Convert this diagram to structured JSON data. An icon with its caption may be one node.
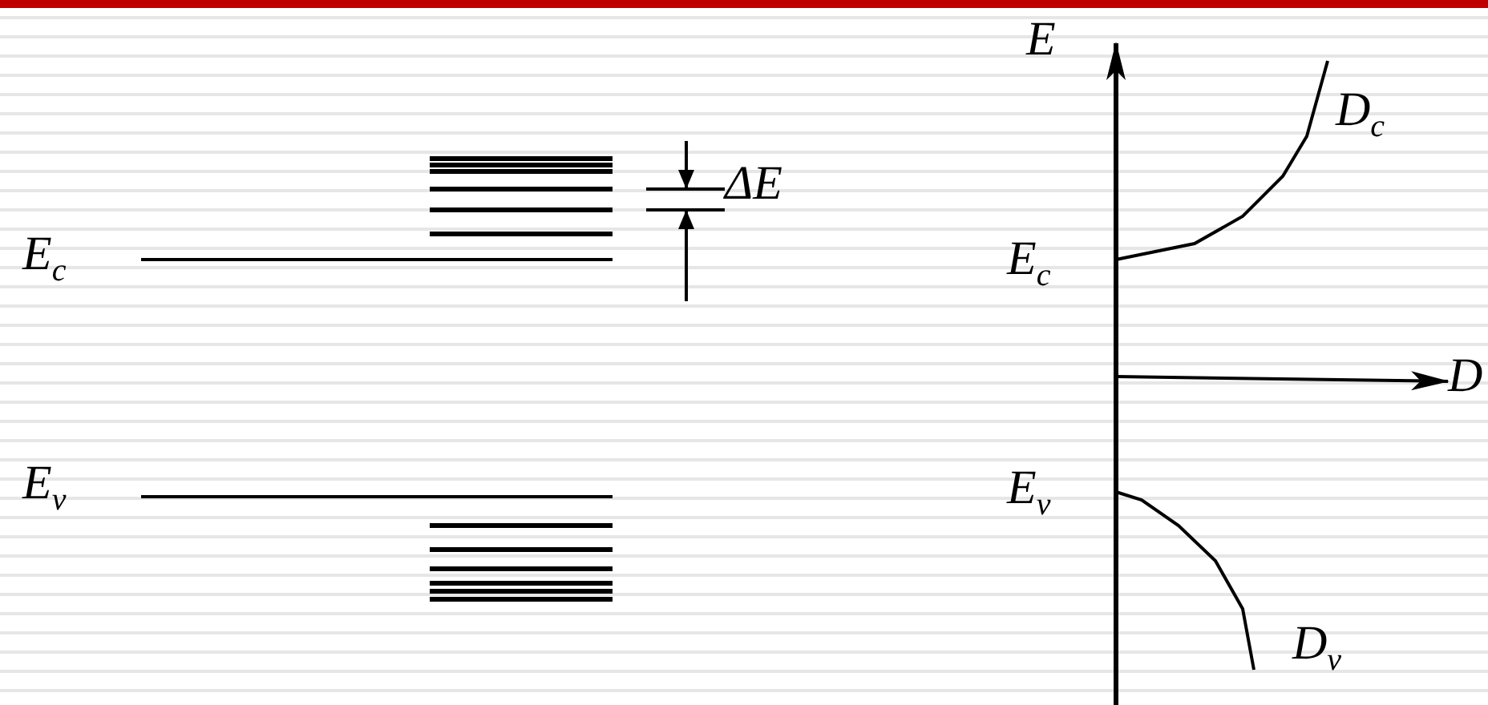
{
  "diagram": {
    "labels": [
      "E",
      "D$_{c}$",
      "ΔE",
      "E$_{c}$",
      "E$_{c}$",
      "D",
      "E$_{v}$",
      "E$_{v}$",
      "D$_{v}$"
    ]
  }
}
